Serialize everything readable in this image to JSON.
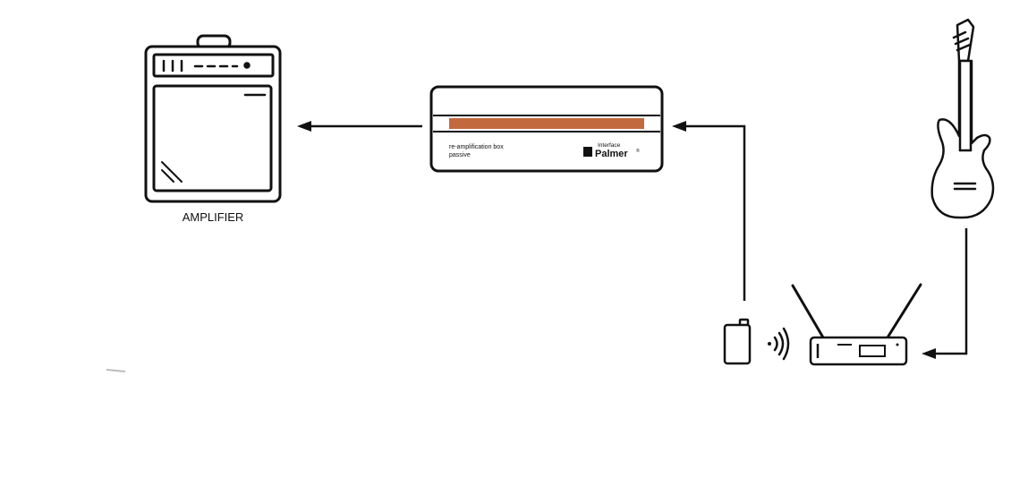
{
  "diagram": {
    "amplifier_label": "AMPLIFIER",
    "box_line1": "re-amplification box",
    "box_line2": "passive",
    "brand_small": "Interface",
    "brand": "Palmer",
    "brand_mark": "®",
    "box_stripe_color": "#c26a3e",
    "stroke_color": "#111111"
  }
}
